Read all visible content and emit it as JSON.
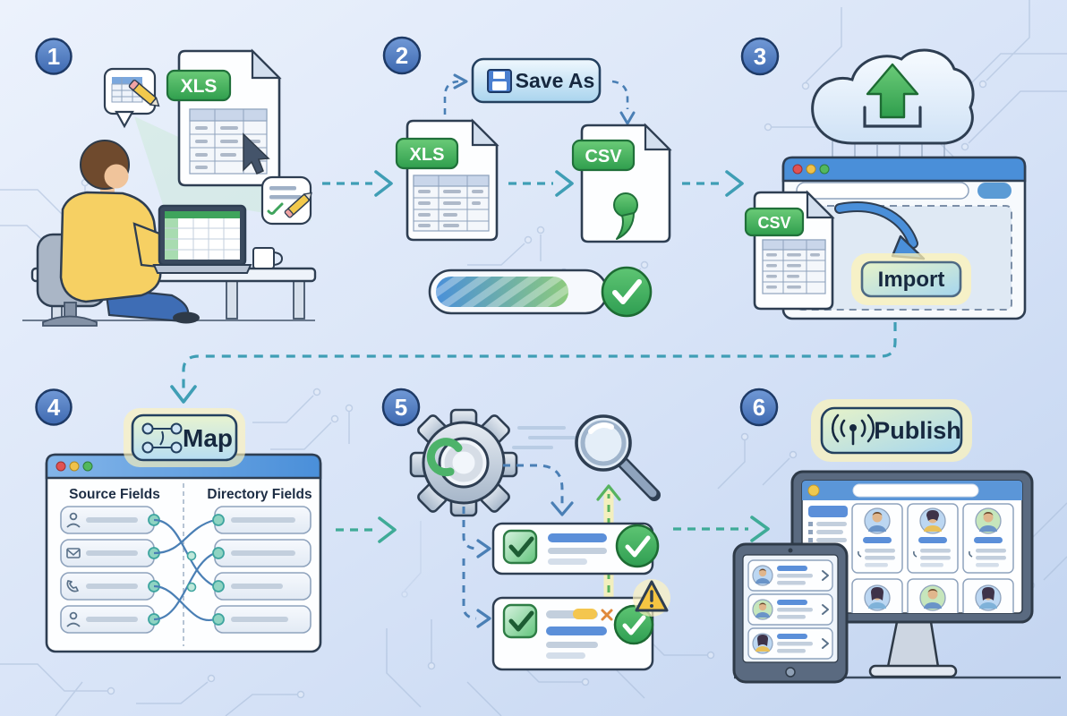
{
  "step1": {
    "number": "1",
    "xls_badge": "XLS"
  },
  "step2": {
    "number": "2",
    "save_as_label": "Save As",
    "xls_badge": "XLS",
    "csv_badge": "CSV"
  },
  "step3": {
    "number": "3",
    "csv_badge": "CSV",
    "import_label": "Import"
  },
  "step4": {
    "number": "4",
    "map_label": "Map",
    "source_header": "Source Fields",
    "directory_header": "Directory Fields"
  },
  "step5": {
    "number": "5"
  },
  "step6": {
    "number": "6",
    "publish_label": "Publish"
  },
  "colors": {
    "background_start": "#eaf1fb",
    "background_end": "#c4d6f1",
    "badge_blue": "#4d7fc4",
    "file_badge_green": "#3fa45c",
    "arrow_teal": "#3f9eb5",
    "arrow_teal_green": "#3fab97",
    "arrow_blue": "#4a7fb5",
    "arrow_green": "#57b35f",
    "window_header_blue": "#4a8fd9",
    "accent_blue": "#5b8fd9",
    "success_green": "#3aa35c",
    "warning_yellow": "#f5c542",
    "error_orange": "#e08a3c"
  }
}
